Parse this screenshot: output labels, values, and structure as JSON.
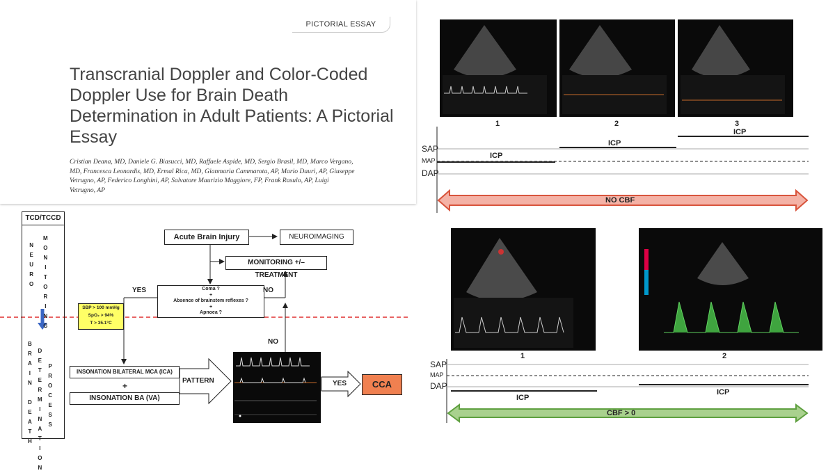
{
  "paper": {
    "tag": "PICTORIAL ESSAY",
    "title": "Transcranial Doppler and Color-Coded Doppler Use for Brain Death Determination in Adult Patients: A Pictorial Essay",
    "authors": "Cristian Deana, MD, Daniele G. Biasucci, MD, Raffaele Aspide, MD, Sergio Brasil, MD, Marco Vergano, MD, Francesca Leonardis, MD, Ermal Rica, MD, Gianmaria Cammarota, AP, Mario Dauri, AP, Giuseppe Vetrugno, AP, Federico Longhini, AP, Salvatore Maurizio Maggiore, FP, Frank Rasulo, AP, Luigi Vetrugno, AP"
  },
  "flowchart": {
    "header": "TCD/TCCD",
    "side_top": "M\nO\nN\nI\nT\nO\nR\nI\nN\nG",
    "side_top_left": "N\nE\nU\nR\nO",
    "side_bottom_left": "B\nR\nA\nI\nN\n\nD\nE\nA\nT\nH",
    "side_bottom_mid": "D\nE\nT\nE\nR\nM\nI\nN\nA\nT\nI\nO\nN",
    "side_bottom_right": "P\nR\nO\nC\nE\nS\nS",
    "acute": "Acute Brain Injury",
    "neuroimaging": "NEUROIMAGING",
    "monitoring": "MONITORING +/– TREATMENT",
    "coma_1": "Coma ?",
    "coma_2": "+",
    "coma_3": "Absence of brainstem reflexes ?",
    "coma_4": "+",
    "coma_5": "Apnoea ?",
    "yes": "YES",
    "no": "NO",
    "no2": "NO",
    "criteria_1": "SBP > 100 mmHg",
    "criteria_2": "SpO₂ > 94%",
    "criteria_3": "T > 35.1°C",
    "insonation_mca": "INSONATION BILATERAL MCA (ICA)",
    "plus": "+",
    "insonation_ba": "INSONATION BA (VA)",
    "pattern": "PATTERN",
    "yes2": "YES",
    "cca": "CCA"
  },
  "top_panel": {
    "panels": [
      "1",
      "2",
      "3"
    ],
    "levels": [
      "SAP",
      "MAP",
      "DAP"
    ],
    "icp": "ICP",
    "banner": "NO CBF"
  },
  "bottom_panel": {
    "panels": [
      "1",
      "2"
    ],
    "levels": [
      "SAP",
      "MAP",
      "DAP"
    ],
    "icp": "ICP",
    "banner": "CBF > 0"
  },
  "colors": {
    "red_banner": "#f4b2a6",
    "red_border": "#d8543c",
    "green_banner": "#a9d18e",
    "green_border": "#5fa040",
    "cca": "#f08050",
    "yellow": "#ffff66"
  }
}
